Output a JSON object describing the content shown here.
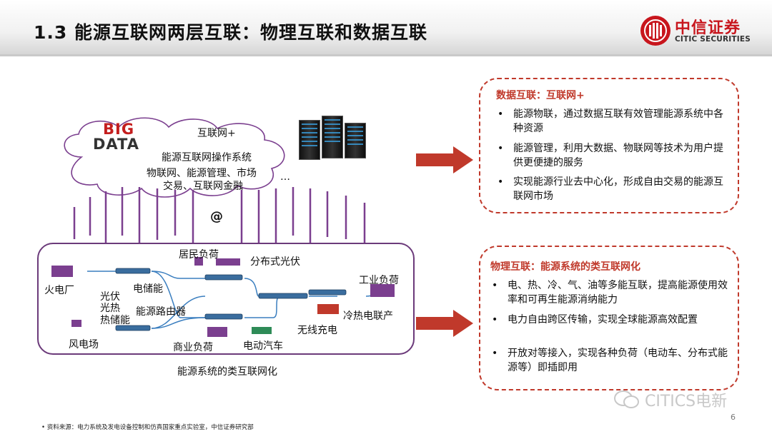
{
  "header": {
    "title": "1.3 能源互联网两层互联：物理互联和数据互联",
    "logo_cn": "中信证券",
    "logo_en": "CITIC SECURITIES"
  },
  "diagram": {
    "cloud": {
      "big": "BIG",
      "data": "DATA",
      "internet_plus": "互联网+",
      "os_line": "能源互联网操作系统",
      "line2": "物联网、能源管理、市场",
      "line3": "交易、互联网金融",
      "ellipsis": "…"
    },
    "at_symbol": "@",
    "labels": {
      "thermal_plant": "火电厂",
      "pv": "光伏",
      "solar_thermal": "光热",
      "heat_storage": "热储能",
      "wind_farm": "风电场",
      "electric_storage": "电储能",
      "energy_router": "能源路由器",
      "residential_load": "居民负荷",
      "distributed_pv": "分布式光伏",
      "industrial_load": "工业负荷",
      "cchp": "冷热电联产",
      "commercial_load": "商业负荷",
      "ev": "电动汽车",
      "wireless_charging": "无线充电"
    },
    "caption": "能源系统的类互联网化"
  },
  "data_box": {
    "title": "数据互联：互联网+",
    "bullets": [
      "能源物联，通过数据互联有效管理能源系统中各种资源",
      "能源管理，利用大数据、物联网等技术为用户提供更便捷的服务",
      "实现能源行业去中心化，形成自由交易的能源互联网市场"
    ]
  },
  "physical_box": {
    "title": "物理互联：能源系统的类互联网化",
    "bullets": [
      "电、热、冷、气、油等多能互联，提高能源使用效率和可再生能源消纳能力",
      "电力自由跨区传输，实现全球能源高效配置",
      "开放对等接入，实现各种负荷（电动车、分布式能源等）即插即用"
    ]
  },
  "footer": {
    "bullet": "•",
    "source": "资料来源：电力系统及发电设备控制和仿真国家重点实验室，中信证券研究部",
    "watermark": "CITICS电新",
    "page_number": "6"
  },
  "colors": {
    "brand_red": "#c8161d",
    "box_border": "#c0392b",
    "arrow_red": "#c0392b",
    "grid_border": "#6b3a7a",
    "signal_line": "#7b3f8f",
    "flow_blue": "#3a7ebf"
  },
  "icons": [
    "citic-logo-icon",
    "big-data-icon",
    "server-rack-icon",
    "arrow-right-icon",
    "wechat-icon"
  ]
}
